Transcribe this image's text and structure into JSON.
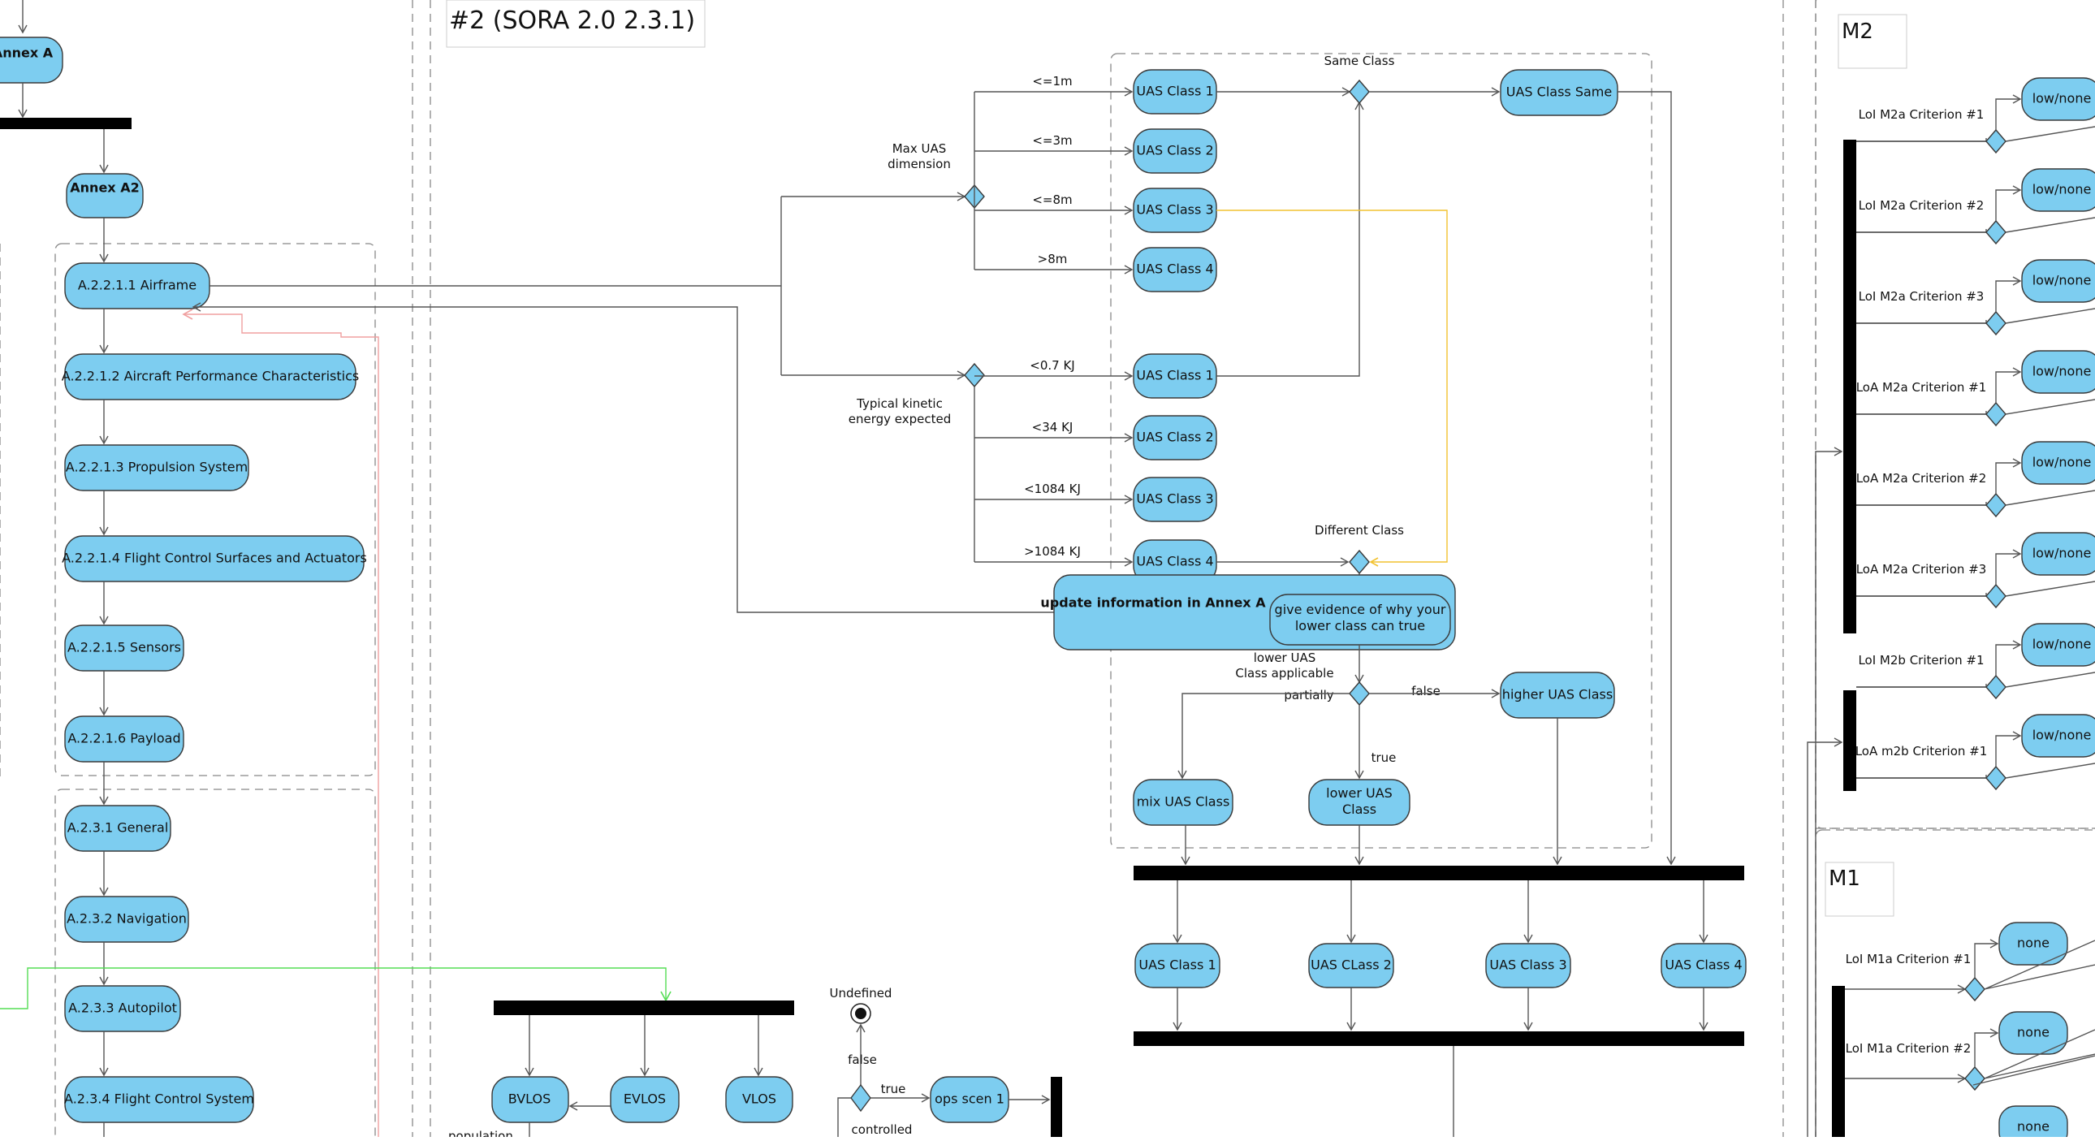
{
  "diagram": {
    "title": "#2 (SORA 2.0 2.3.1)",
    "panels": {
      "m2": "M2",
      "m1": "M1"
    },
    "left_column": {
      "annex_a": "Annex A",
      "annex_a2": "Annex A2",
      "items": [
        "A.2.2.1.1 Airframe",
        "A.2.2.1.2 Aircraft Performance Characteristics",
        "A.2.2.1.3 Propulsion System",
        "A.2.2.1.4 Flight Control Surfaces and Actuators",
        "A.2.2.1.5 Sensors",
        "A.2.2.1.6 Payload",
        "A.2.3.1 General",
        "A.2.3.2 Navigation",
        "A.2.3.3 Autopilot",
        "A.2.3.4 Flight Control System"
      ]
    },
    "decisions": {
      "max_dimension": "Max UAS\ndimension",
      "kinetic_energy": "Typical kinetic\nenergy expected",
      "same_class": "Same Class",
      "different_class": "Different Class",
      "lower_applicable": "lower UAS\nClass applicable"
    },
    "dimension_branches": [
      {
        "guard": "<=1m",
        "node": "UAS Class 1"
      },
      {
        "guard": "<=3m",
        "node": "UAS Class 2"
      },
      {
        "guard": "<=8m",
        "node": "UAS Class 3"
      },
      {
        "guard": ">8m",
        "node": "UAS Class 4"
      }
    ],
    "energy_branches": [
      {
        "guard": "<0.7 KJ",
        "node": "UAS Class 1"
      },
      {
        "guard": "<34 KJ",
        "node": "UAS Class 2"
      },
      {
        "guard": "<1084 KJ",
        "node": "UAS Class 3"
      },
      {
        "guard": ">1084 KJ",
        "node": "UAS Class 4"
      }
    ],
    "uas_class_same": "UAS Class Same",
    "update_annex": "update information in Annex A",
    "give_evidence": "give evidence of why your\nlower class can true",
    "guards": {
      "partially": "partially",
      "false": "false",
      "true": "true"
    },
    "higher_class": "higher UAS Class",
    "mix_class": "mix UAS Class",
    "lower_class": "lower UAS\nClass",
    "result_classes": [
      "UAS Class 1",
      "UAS CLass 2",
      "UAS Class 3",
      "UAS Class 4"
    ],
    "bottom": {
      "bvlos": "BVLOS",
      "evlos": "EVLOS",
      "vlos": "VLOS",
      "undefined": "Undefined",
      "false": "false",
      "true": "true",
      "ops_scen": "ops scen 1",
      "controlled": "controlled",
      "population": "population"
    },
    "m2_criteria": [
      {
        "label": "LoI M2a Criterion #1",
        "level": "low/none"
      },
      {
        "label": "LoI M2a Criterion #2",
        "level": "low/none"
      },
      {
        "label": "LoI M2a Criterion #3",
        "level": "low/none"
      },
      {
        "label": "LoA M2a Criterion #1",
        "level": "low/none"
      },
      {
        "label": "LoA M2a Criterion #2",
        "level": "low/none"
      },
      {
        "label": "LoA M2a Criterion #3",
        "level": "low/none"
      },
      {
        "label": "LoI M2b Criterion #1",
        "level": "low/none"
      },
      {
        "label": "LoA m2b Criterion #1",
        "level": "low/none"
      }
    ],
    "m1_criteria": [
      {
        "label": "LoI M1a Criterion #1",
        "level": "none"
      },
      {
        "label": "LoI M1a Criterion #2",
        "level": "none"
      }
    ],
    "m1_extra_level": "none"
  }
}
